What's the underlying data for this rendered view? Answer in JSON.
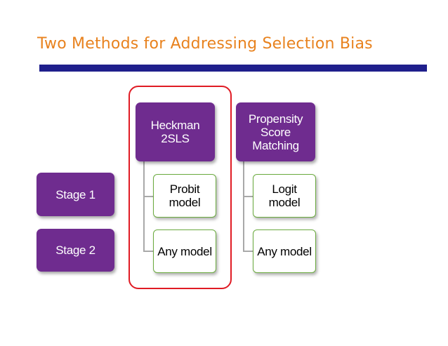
{
  "slide": {
    "title": "Two Methods for Addressing Selection Bias",
    "colors": {
      "title": "#e8821e",
      "title_bar": "#1f1f8c",
      "box_fill": "#6f2c8f",
      "box_border_child": "#6bab3f",
      "highlight": "#e01b24"
    }
  },
  "stages": [
    {
      "label": "Stage 1"
    },
    {
      "label": "Stage 2"
    }
  ],
  "methods": [
    {
      "header_lines": [
        "Heckman",
        "2SLS"
      ],
      "steps": [
        {
          "lines": [
            "Probit",
            "model"
          ]
        },
        {
          "lines": [
            "Any model"
          ]
        }
      ],
      "highlighted": true
    },
    {
      "header_lines": [
        "Propensity",
        "Score",
        "Matching"
      ],
      "steps": [
        {
          "lines": [
            "Logit",
            "model"
          ]
        },
        {
          "lines": [
            "Any model"
          ]
        }
      ],
      "highlighted": false
    }
  ]
}
